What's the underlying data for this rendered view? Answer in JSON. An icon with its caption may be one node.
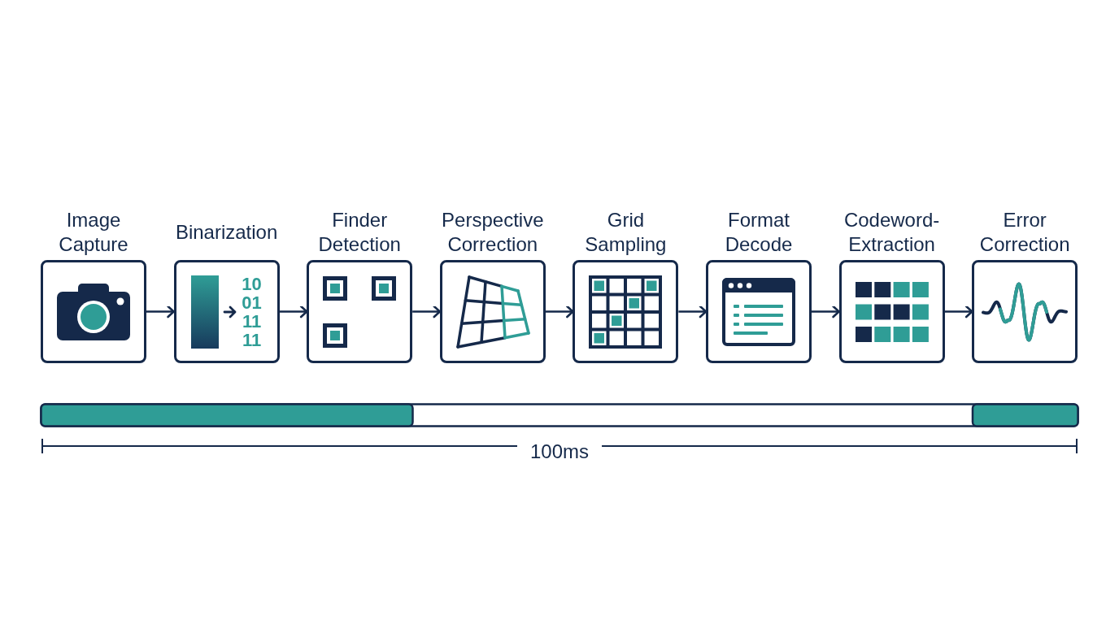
{
  "diagram": {
    "nodes": [
      {
        "text": [
          "Image Capture"
        ]
      },
      {
        "text": [
          "Binarization",
          "10 01 11 11"
        ]
      },
      {
        "text": [
          "Finder Detection"
        ]
      },
      {
        "text": [
          "Perspective Correction"
        ]
      },
      {
        "text": [
          "Grid Sampling"
        ]
      },
      {
        "text": [
          "Format Decode"
        ]
      },
      {
        "text": [
          "Codeword-Extraction"
        ]
      },
      {
        "text": [
          "Error Correction"
        ]
      }
    ],
    "edges": [
      {
        "from": 0,
        "to": 1,
        "arrow": "to"
      },
      {
        "from": 1,
        "to": 2,
        "arrow": "to"
      },
      {
        "from": 2,
        "to": 3,
        "arrow": "to"
      },
      {
        "from": 3,
        "to": 4,
        "arrow": "to"
      },
      {
        "from": 4,
        "to": 5,
        "arrow": "to"
      },
      {
        "from": 5,
        "to": 6,
        "arrow": "to"
      },
      {
        "from": 6,
        "to": 7,
        "arrow": "to"
      }
    ],
    "labels": [
      "100ms"
    ]
  }
}
